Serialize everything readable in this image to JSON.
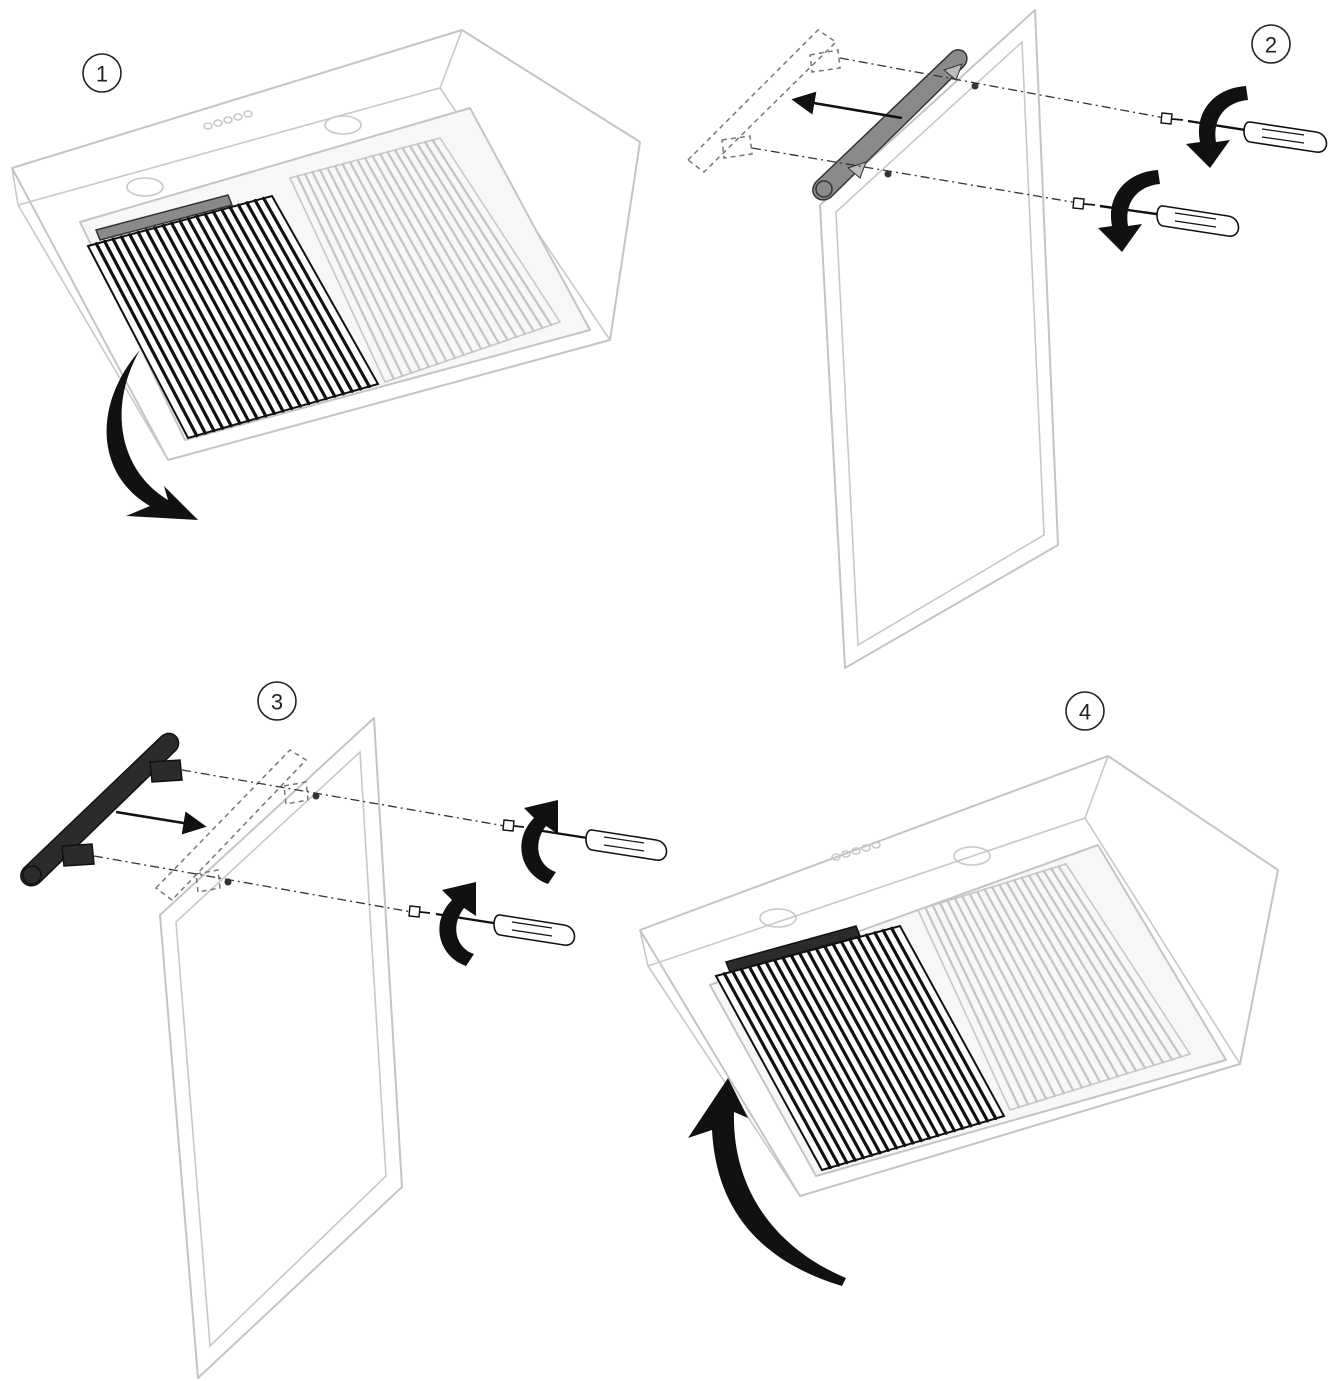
{
  "steps": [
    {
      "number": "1",
      "action": "remove-filter"
    },
    {
      "number": "2",
      "action": "unscrew-handle"
    },
    {
      "number": "3",
      "action": "attach-handle"
    },
    {
      "number": "4",
      "action": "reinstall-filter"
    }
  ],
  "colors": {
    "outline": "#c4c4c4",
    "ink": "#111111",
    "dark_handle": "#2b2b2b",
    "grey_handle": "#8a8a8a",
    "background": "#ffffff"
  },
  "icons": [
    "range-hood-icon",
    "baffle-filter-icon",
    "filter-handle-icon",
    "screwdriver-icon",
    "screw-icon",
    "rotation-arrow-icon",
    "motion-arrow-icon"
  ]
}
